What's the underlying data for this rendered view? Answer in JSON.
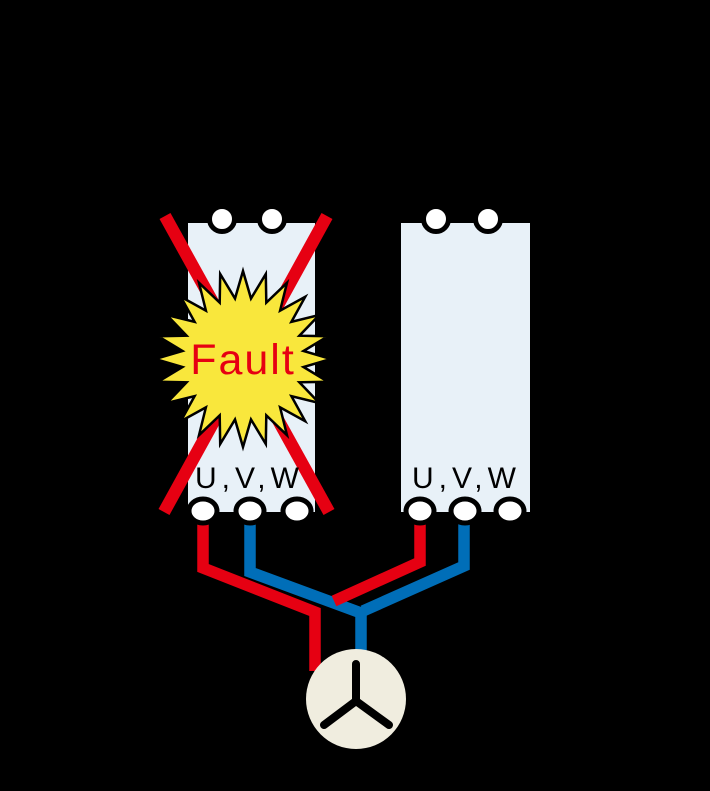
{
  "colors": {
    "background": "#000000",
    "red": "#e60012",
    "blue": "#006eb8",
    "inverter_fill": "#e8f1f8",
    "terminal_fill": "#ffffff",
    "terminal_stroke": "#000000",
    "fault_yellow": "#f9e73c",
    "fault_outline": "#000000",
    "fault_text_color": "#e60012",
    "uvw_text_color": "#000000",
    "motor_fill": "#f0eddf",
    "motor_symbol": "#000000"
  },
  "left_inverter": {
    "uvw_label": "U,V,W",
    "fault_label": "Fault"
  },
  "right_inverter": {
    "uvw_label": "U,V,W"
  },
  "icons": {
    "fault_burst": "fault-starburst-icon",
    "crossout": "red-x-crossout-icon",
    "motor": "three-phase-motor-icon",
    "terminal": "terminal-dot-icon"
  }
}
